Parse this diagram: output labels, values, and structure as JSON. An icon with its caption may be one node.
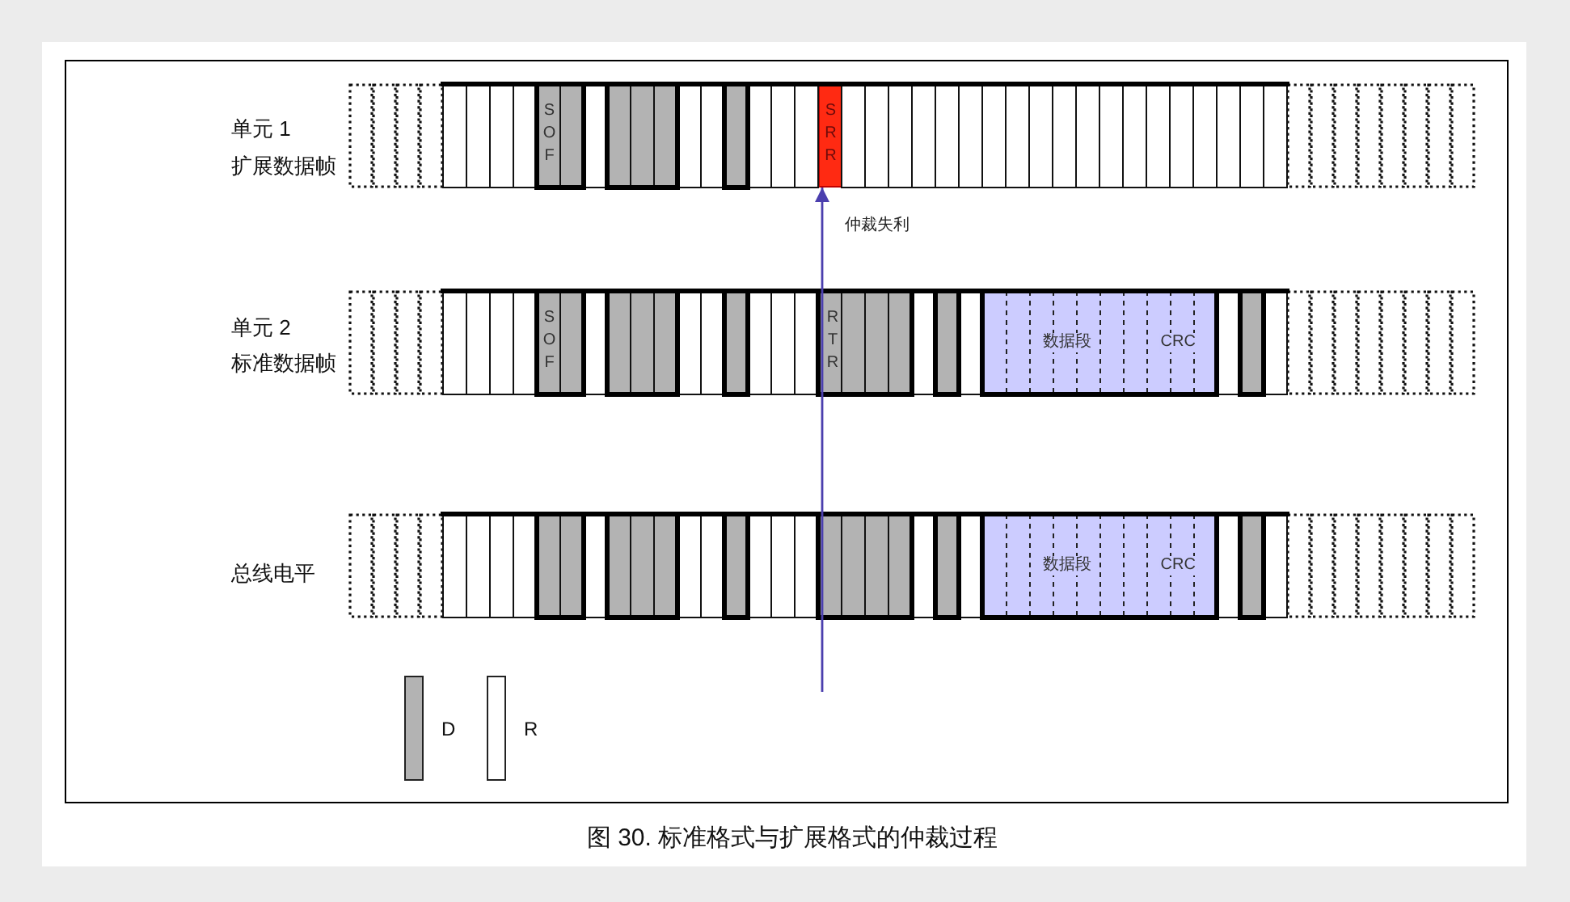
{
  "diagram": {
    "caption": "图 30. 标准格式与扩展格式的仲裁过程",
    "nodes": [
      {
        "text": [
          "SOF"
        ]
      },
      {
        "text": [
          "SRR"
        ]
      },
      {
        "text": [
          "SOF"
        ]
      },
      {
        "text": [
          "RTR"
        ]
      },
      {
        "text": [
          "数据段",
          "CRC"
        ]
      },
      {
        "text": [
          "数据段",
          "CRC"
        ]
      }
    ],
    "edges": [
      {
        "from": null,
        "to": 1,
        "arrow": "to",
        "label": "仲裁失利"
      }
    ],
    "labels": [
      "单元 1",
      "扩展数据帧",
      "单元 2",
      "标准数据帧",
      "总线电平"
    ],
    "legend": [
      {
        "text": "D",
        "color": "#b3b3b3"
      },
      {
        "text": "R",
        "color": "#ffffff"
      }
    ]
  }
}
